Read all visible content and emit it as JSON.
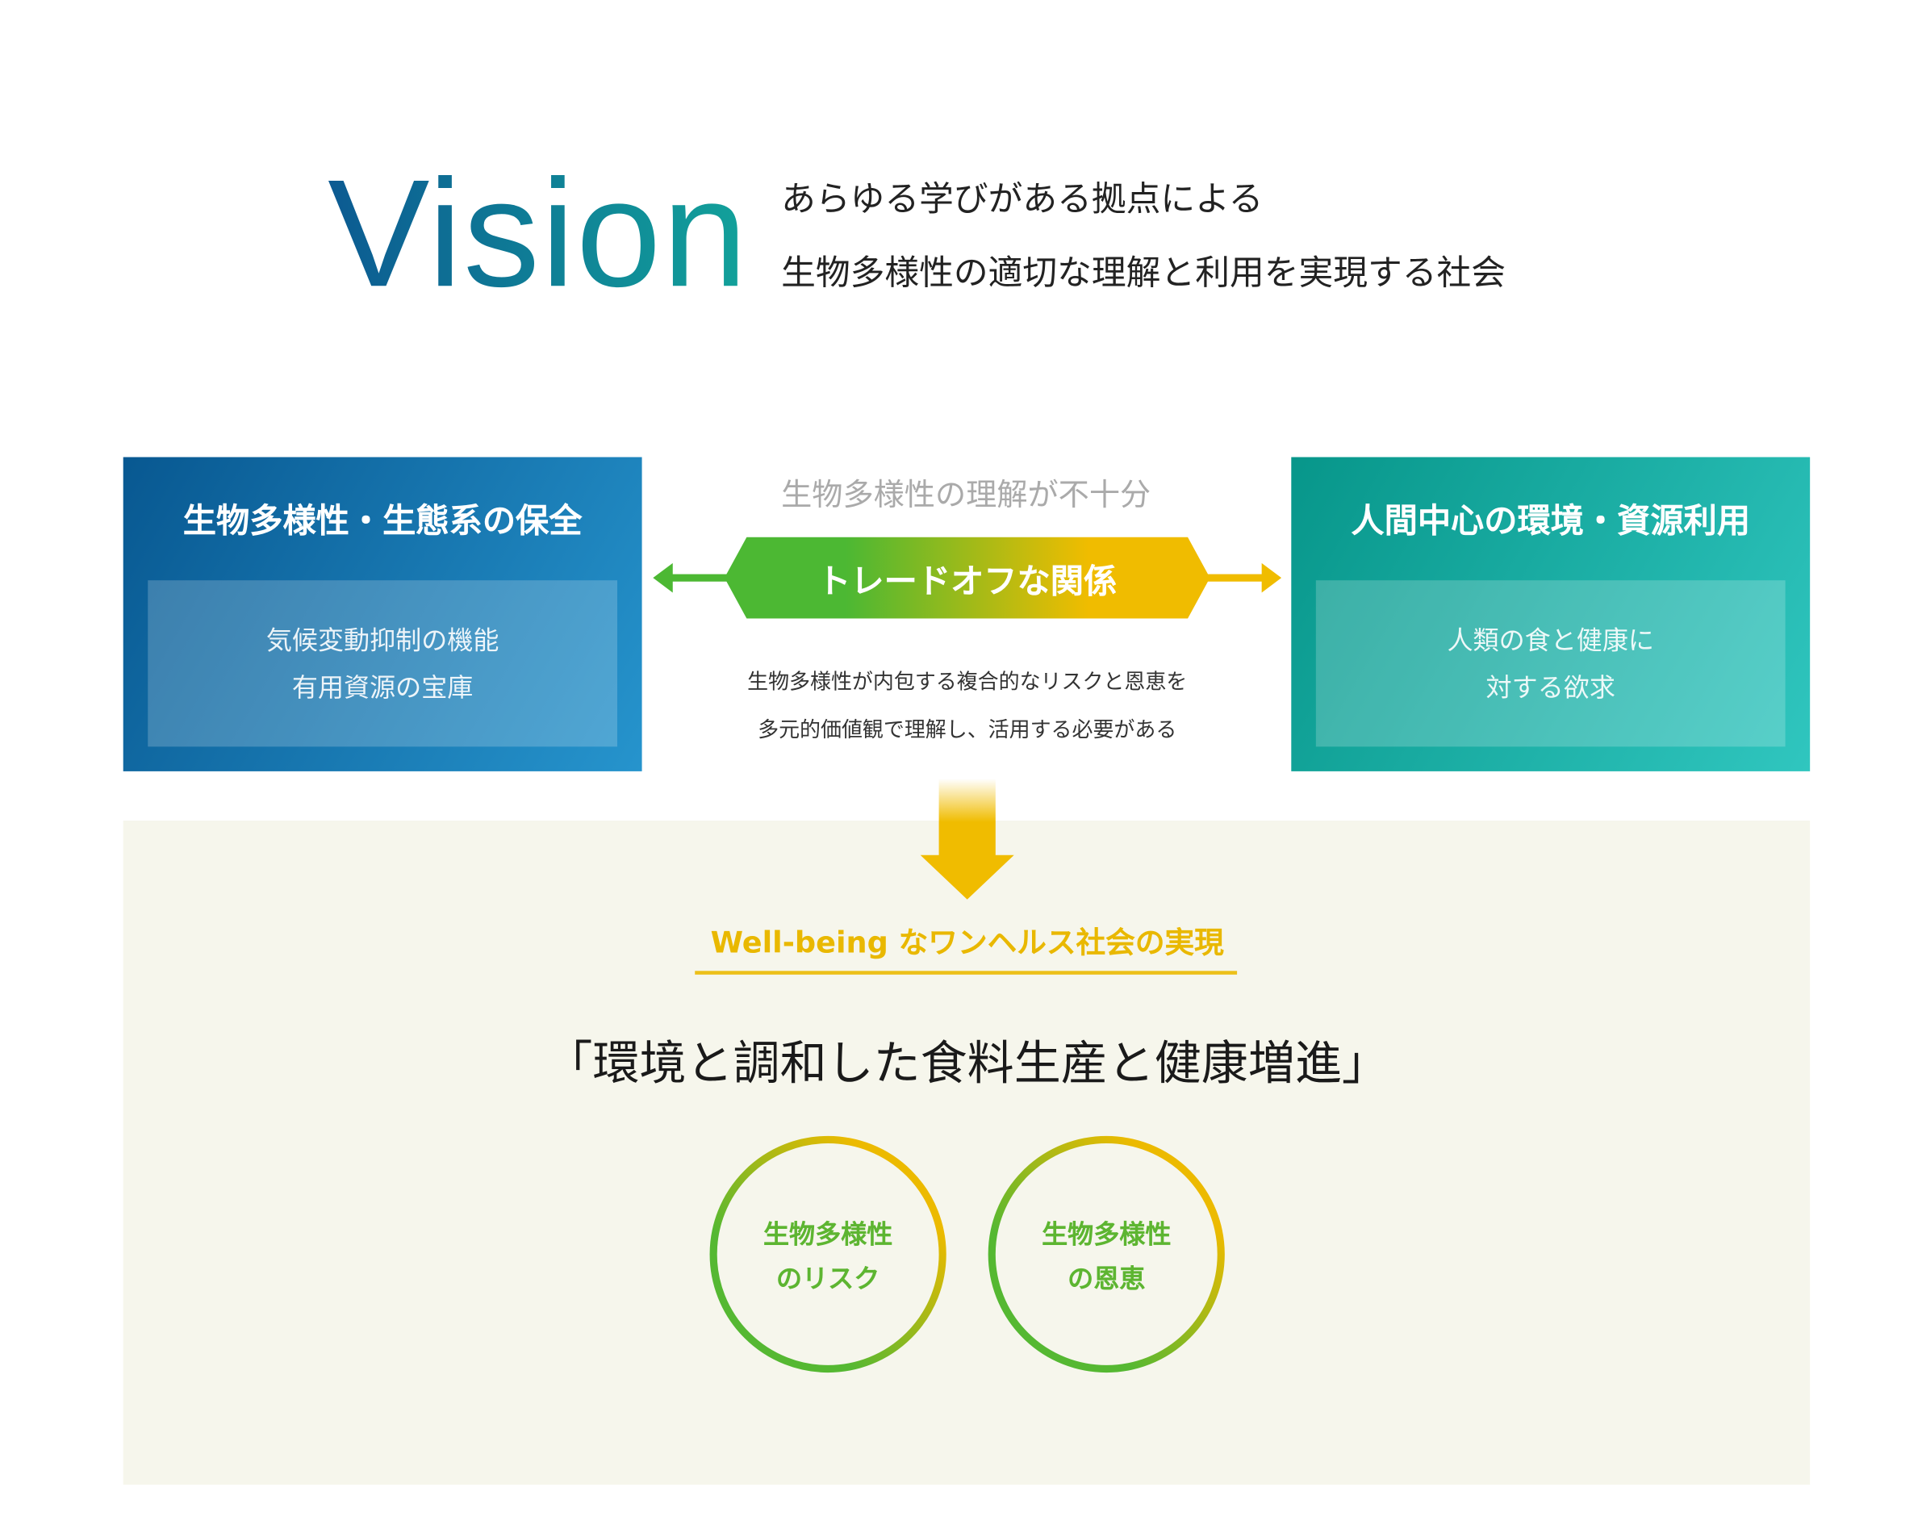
{
  "vision": {
    "title": "Vision",
    "lines": [
      "あらゆる学びがある拠点による",
      "生物多様性の適切な理解と利用を実現する社会"
    ]
  },
  "left_box": {
    "title": "生物多様性・生態系の保全",
    "items": [
      "気候変動抑制の機能",
      "有用資源の宝庫"
    ]
  },
  "right_box": {
    "title": "人間中心の環境・資源利用",
    "items": [
      "人類の食と健康に",
      "対する欲求"
    ]
  },
  "middle": {
    "top_text": "生物多様性の理解が不十分",
    "banner": "トレードオフな関係",
    "lines": [
      "生物多様性が内包する複合的なリスクと恩恵を",
      "多元的価値観で理解し、活用する必要がある"
    ]
  },
  "result": {
    "heading": "Well-being なワンヘルス社会の実現",
    "quote": "「環境と調和した食料生産と健康増進」",
    "circles": [
      {
        "lines": [
          "生物多様性",
          "のリスク"
        ]
      },
      {
        "lines": [
          "生物多様性",
          "の恩恵"
        ]
      }
    ]
  },
  "colors": {
    "blue": "#0c5a92",
    "teal": "#12a29a",
    "green": "#4cb83a",
    "yellow": "#f0bc00",
    "panel_bg": "#f6f6ec"
  }
}
